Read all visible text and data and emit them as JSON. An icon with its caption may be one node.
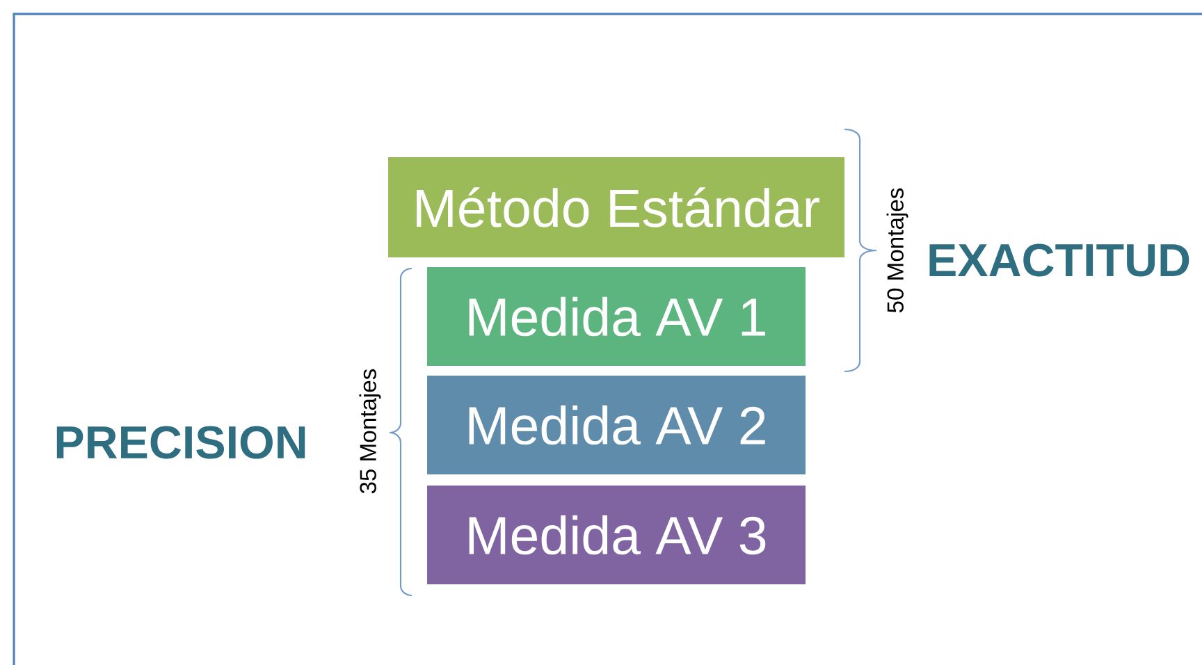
{
  "diagram": {
    "nodes": [
      {
        "text": [
          "Método Estándar"
        ]
      },
      {
        "text": [
          "Medida AV 1"
        ]
      },
      {
        "text": [
          "Medida AV 2"
        ]
      },
      {
        "text": [
          "Medida AV 3"
        ]
      }
    ],
    "labels": [
      "EXACTITUD",
      "50 Montajes",
      "PRECISION",
      "35 Montajes"
    ]
  }
}
